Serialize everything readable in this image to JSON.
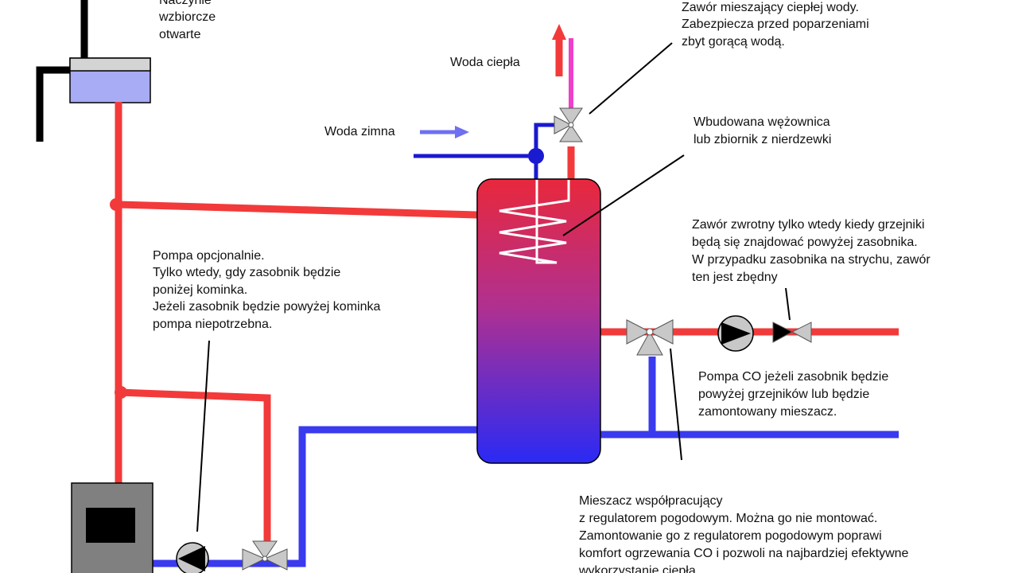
{
  "labels": {
    "expansion_vessel": [
      "Naczynie",
      "wzbiorcze",
      "otwarte"
    ],
    "mixing_valve_dhw": [
      "Zawór mieszający ciepłej wody.",
      "Zabezpiecza przed poparzeniami",
      "zbyt gorącą wodą."
    ],
    "hot_water": "Woda ciepła",
    "cold_water": "Woda zimna",
    "coil": [
      "Wbudowana wężownica",
      "lub zbiornik z nierdzewki"
    ],
    "check_valve": [
      "Zawór zwrotny tylko wtedy kiedy grzejniki",
      "będą się znajdować powyżej zasobnika.",
      "W przypadku zasobnika na strychu, zawór",
      "ten jest zbędny"
    ],
    "optional_pump": [
      "Pompa opcjonalnie.",
      "Tylko wtedy, gdy zasobnik będzie",
      "poniżej kominka.",
      "Jeżeli zasobnik będzie powyżej kominka",
      "pompa niepotrzebna."
    ],
    "co_pump": [
      "Pompa CO jeżeli zasobnik będzie",
      "powyżej grzejników lub będzie",
      "zamontowany mieszacz."
    ],
    "mixer": [
      "Mieszacz współpracujący",
      "z regulatorem pogodowym. Można go nie montować.",
      "Zamontowanie go z regulatorem pogodowym poprawi",
      "komfort ogrzewania CO i pozwoli na najbardziej efektywne",
      "wykorzystanie ciepła."
    ]
  },
  "colors": {
    "hot": "#f23a3a",
    "cold": "#3a3aee",
    "hot_out": "#ee40c8",
    "cold_arrow": "#6f6ff2",
    "tank_top": "#e8283c",
    "tank_bottom": "#2a2af5",
    "vessel_water": "#a8acf5",
    "stove": "#808080"
  }
}
